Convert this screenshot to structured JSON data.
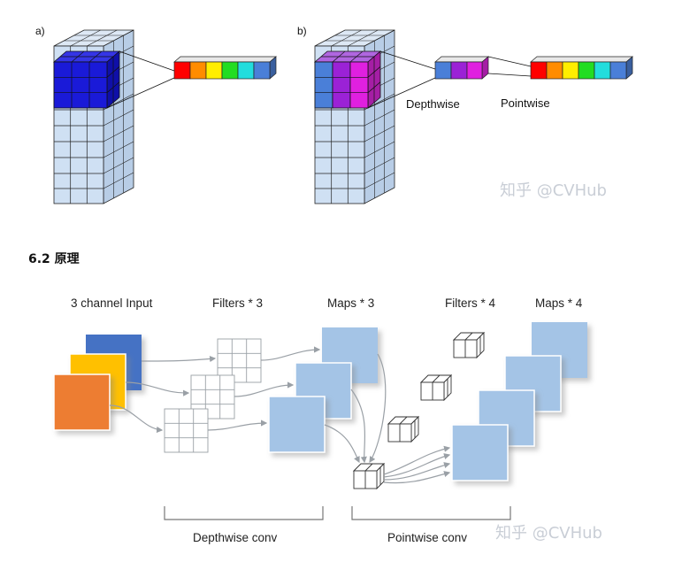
{
  "top": {
    "label_a": "a)",
    "label_b": "b)",
    "depthwise_label": "Depthwise",
    "pointwise_label": "Pointwise",
    "watermark": "知乎 @CVHub"
  },
  "section": {
    "heading": "6.2 原理"
  },
  "bottom": {
    "col_input": "3 channel Input",
    "col_filters3": "Filters * 3",
    "col_maps3": "Maps * 3",
    "col_filters4": "Filters * 4",
    "col_maps4": "Maps * 4",
    "bracket_depthwise": "Depthwise conv",
    "bracket_pointwise": "Pointwise conv",
    "watermark": "知乎 @CVHub"
  },
  "colors": {
    "grid_fill": "#cfe0f3",
    "blue_block": "#1a1ad8",
    "purple": "#9b22d6",
    "magenta": "#e020e0",
    "input_blue": "#4472c4",
    "input_yellow": "#ffc000",
    "input_orange": "#ed7d31",
    "map_blue": "#a4c4e6",
    "rainbow": [
      "#ff0000",
      "#ff8c00",
      "#ffee00",
      "#22dd22",
      "#22dddd",
      "#4a7fd8"
    ]
  }
}
